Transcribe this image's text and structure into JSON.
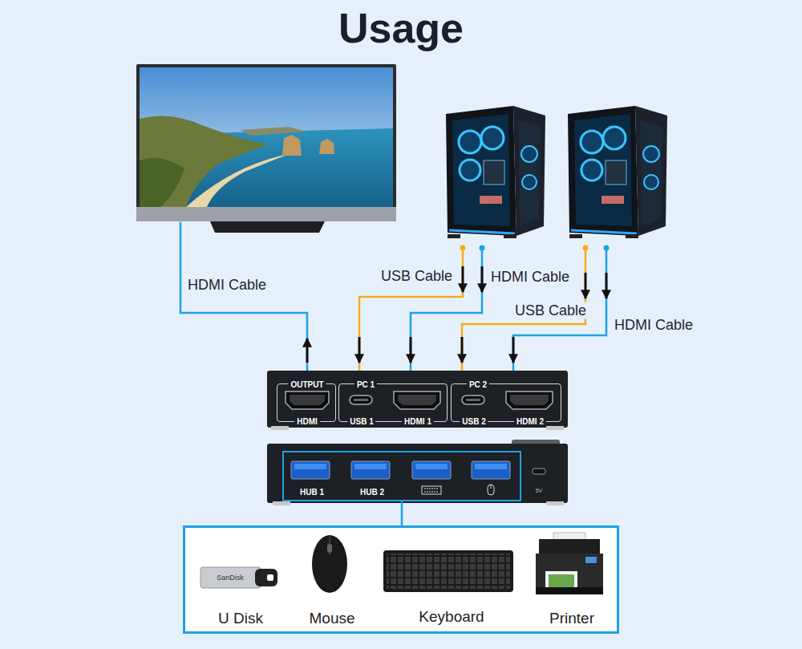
{
  "diagram": {
    "title": "Usage",
    "nodes": [
      {
        "text": [
          "OUTPUT",
          "HDMI"
        ]
      },
      {
        "text": [
          "PC 1",
          "USB 1",
          "HDMI 1"
        ]
      },
      {
        "text": [
          "PC 2",
          "USB 2",
          "HDMI 2"
        ]
      },
      {
        "text": [
          "HUB 1",
          "HUB 2"
        ]
      },
      {
        "text": [
          "U Disk",
          "Mouse",
          "Keyboard",
          "Printer"
        ]
      }
    ],
    "edges": [
      {
        "from": 3,
        "to": 4,
        "arrow": "none"
      }
    ],
    "labels": [
      "HDMI Cable",
      "USB Cable",
      "HDMI Cable",
      "USB Cable",
      "HDMI Cable",
      "5V",
      "SanDisk"
    ]
  }
}
